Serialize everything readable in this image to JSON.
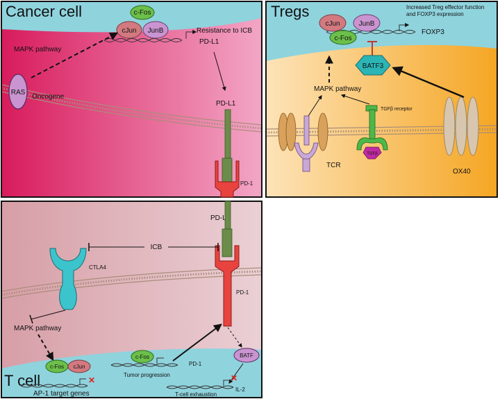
{
  "panels": {
    "cancer_cell": {
      "title": "Cancer cell",
      "mapk_label": "MAPK pathway",
      "ras_label": "RAS",
      "oncogene_label": "Oncogene",
      "cfos_label": "c-Fos",
      "cjun_label": "cJun",
      "junb_label": "JunB",
      "resistance_label": "Resistance to ICB",
      "pdl1_gene_label": "PD-L1",
      "pdl1_protein_label": "PD-L1",
      "pd1_label": "PD-1"
    },
    "tregs": {
      "title": "Tregs",
      "note_line1": "Increased Treg effector function",
      "note_line2": "and FOXP3 expression",
      "cjun_label": "cJun",
      "junb_label": "JunB",
      "cfos_label": "c-Fos",
      "foxp3_label": "FOXP3",
      "batf3_label": "BATF3",
      "mapk_label": "MAPK pathway",
      "tgfb_receptor_label": "TGFβ receptor",
      "tgfb_ligand_label": "TGFβ",
      "tcr_label": "TCR",
      "ox40_label": "OX40"
    },
    "t_cell": {
      "title": "T cell",
      "pdl1_label": "PD-L1",
      "icb_label": "ICB",
      "ctla4_label": "CTLA4",
      "pd1_label": "PD-1",
      "mapk_label": "MAPK pathway",
      "batf_label": "BATF",
      "cfos_label": "c-Fos",
      "cjun_label": "cJun",
      "cfos2_label": "c-Fos",
      "pd1_gene_label": "PD-1",
      "tumor_progression_label": "Tumor progression",
      "ap1_label": "AP-1 target genes",
      "il2_label": "IL-2",
      "exhaustion_label": "T-cell exhaustion",
      "x1": "✕",
      "x2": "✕"
    }
  },
  "colors": {
    "cancer_bg_left": "#d81b5c",
    "cancer_bg_right": "#f3a6c6",
    "treg_bg_left": "#fde3b8",
    "treg_bg_right": "#f5a623",
    "tcell_bg_left": "#d79ea6",
    "tcell_bg_right": "#ead0d5",
    "nucleus": "#8fd3dd",
    "membrane": "#c8a68a",
    "cfos": "#6cc04a",
    "cjun": "#d27a80",
    "junb": "#c994cf",
    "batf3": "#2bb5b5",
    "pd1": "#e8433f",
    "pdl1": "#6b8c4a",
    "ctla4": "#3cc4cc",
    "ox40": "#d8c7ae",
    "tcr_chain": "#d9a25c",
    "tcr": "#c7a8d6",
    "tgfb_receptor": "#4cb848",
    "tgfb_ligand": "#c02aa3"
  }
}
